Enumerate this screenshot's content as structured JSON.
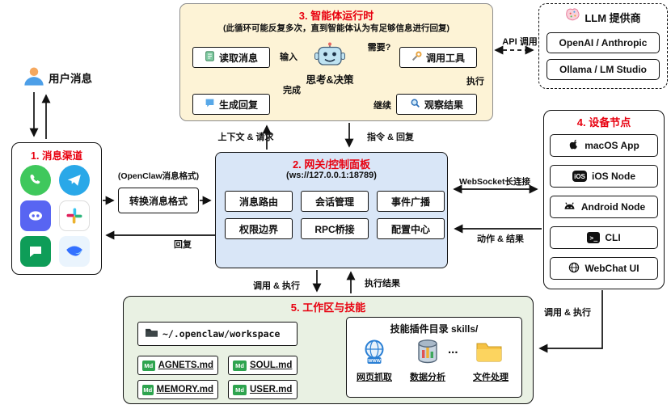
{
  "user_message": {
    "label": "用户消息"
  },
  "channels": {
    "title": "1. 消息渠道",
    "app_icons": [
      "whatsapp-icon",
      "telegram-icon",
      "discord-icon",
      "slack-icon",
      "google-chat-icon",
      "feishu-icon"
    ]
  },
  "converter": {
    "format_note": "(OpenClaw消息格式)",
    "label": "转换消息格式"
  },
  "gateway": {
    "title": "2. 网关/控制面板",
    "subtitle": "(ws://127.0.0.1:18789)",
    "modules": [
      "消息路由",
      "会话管理",
      "事件广播",
      "权限边界",
      "RPC桥接",
      "配置中心"
    ]
  },
  "runtime": {
    "title": "3. 智能体运行时",
    "subtitle": "(此循环可能反复多次，直到智能体认为有足够信息进行回复)",
    "read_message": "读取消息",
    "call_tools": "调用工具",
    "think_decide": "思考&决策",
    "generate_reply": "生成回复",
    "observe_results": "观察结果",
    "arrow_input": "输入",
    "arrow_need": "需要?",
    "arrow_execute": "执行",
    "arrow_done": "完成",
    "arrow_continue": "继续"
  },
  "llm": {
    "title": "LLM 提供商",
    "icon": "brain-icon",
    "providers": [
      "OpenAI / Anthropic",
      "Ollama / LM Studio"
    ]
  },
  "devices": {
    "title": "4. 设备节点",
    "items": [
      {
        "icon": "apple-icon",
        "label": "macOS App"
      },
      {
        "icon": "ios-icon",
        "label": "iOS Node"
      },
      {
        "icon": "android-icon",
        "label": "Android Node"
      },
      {
        "icon": "terminal-icon",
        "label": "CLI"
      },
      {
        "icon": "webchat-icon",
        "label": "WebChat UI"
      }
    ]
  },
  "workspace": {
    "title": "5. 工作区与技能",
    "folder_icon": "folder-dark-icon",
    "path": "~/.openclaw/workspace",
    "files": [
      "AGNETS.md",
      "SOUL.md",
      "MEMORY.md",
      "USER.md"
    ],
    "skills_title": "技能插件目录 skills/",
    "skills": [
      "网页抓取",
      "数据分析",
      "文件处理"
    ],
    "skill_icons": [
      "web-scrape-icon",
      "database-icon",
      "folder-icon"
    ],
    "ellipsis": "..."
  },
  "flows": {
    "api_call": "API 调用",
    "context_request": "上下文 & 请求",
    "command_reply": "指令 & 回复",
    "websocket": "WebSocket长连接",
    "action_result": "动作 & 结果",
    "reply": "回复",
    "call_execute": "调用 & 执行",
    "execute_result": "执行结果",
    "call_execute_right": "调用 & 执行"
  }
}
